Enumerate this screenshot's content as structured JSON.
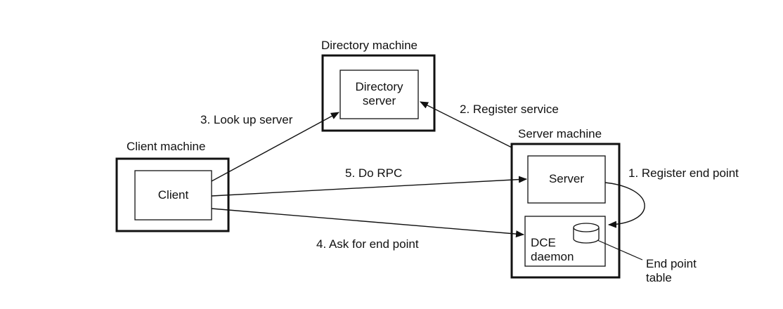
{
  "labels": {
    "directory_machine": "Directory machine",
    "directory_server": "Directory server",
    "client_machine": "Client machine",
    "client": "Client",
    "server_machine": "Server machine",
    "server": "Server",
    "dce_daemon": "DCE daemon",
    "end_point_table": "End point table"
  },
  "steps": {
    "register_end_point": "1. Register end point",
    "register_service": "2. Register service",
    "look_up_server": "3. Look up server",
    "ask_for_end_point": "4. Ask for end point",
    "do_rpc": "5. Do RPC"
  },
  "colors": {
    "ink": "#111111",
    "background": "#ffffff"
  }
}
